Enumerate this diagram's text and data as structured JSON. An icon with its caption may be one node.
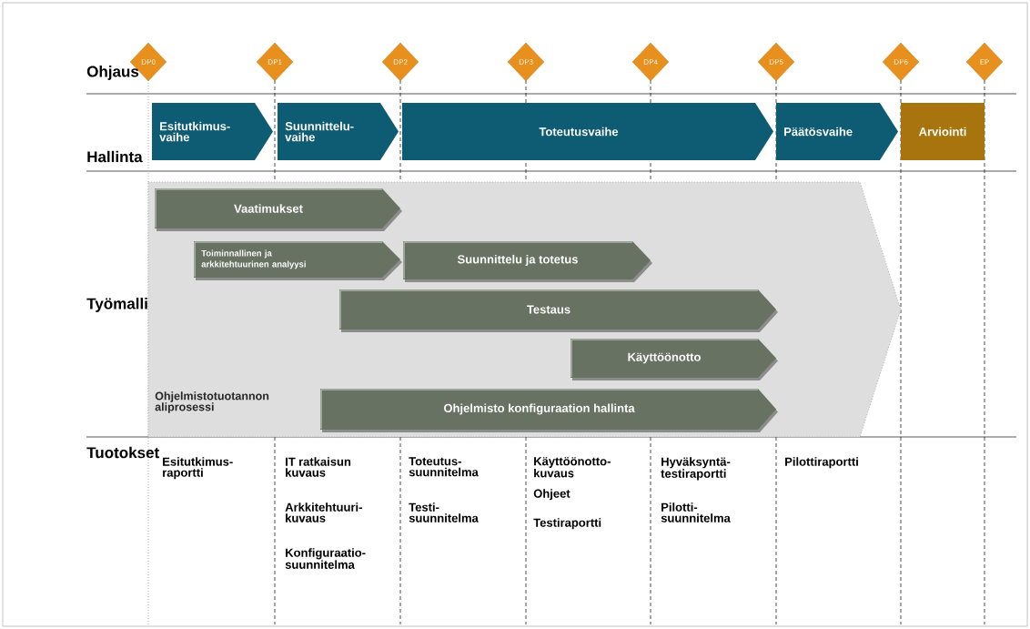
{
  "diagram": {
    "nodes": [
      {
        "text": [
          "DP0"
        ]
      },
      {
        "text": [
          "DP1"
        ]
      },
      {
        "text": [
          "DP2"
        ]
      },
      {
        "text": [
          "DP3"
        ]
      },
      {
        "text": [
          "DP4"
        ]
      },
      {
        "text": [
          "DP5"
        ]
      },
      {
        "text": [
          "DP6"
        ]
      },
      {
        "text": [
          "EP"
        ]
      },
      {
        "text": [
          "Esitutkimus- vaihe"
        ]
      },
      {
        "text": [
          "Suunnittelu- vaihe"
        ]
      },
      {
        "text": [
          "Toteutusvaihe"
        ]
      },
      {
        "text": [
          "Päätösvaihe"
        ]
      },
      {
        "text": [
          "Arviointi"
        ]
      },
      {
        "text": [
          "Ohjelmistotuotannon aliprosessi"
        ]
      },
      {
        "text": [
          "Vaatimukset"
        ],
        "in": 13
      },
      {
        "text": [
          "Toiminnallinen ja arkkitehtuurinen analyysi"
        ],
        "in": 13
      },
      {
        "text": [
          "Suunnittelu ja totetus"
        ],
        "in": 13
      },
      {
        "text": [
          "Testaus"
        ],
        "in": 13
      },
      {
        "text": [
          "Käyttöönotto"
        ],
        "in": 13
      },
      {
        "text": [
          "Ohjelmisto konfiguraation hallinta"
        ],
        "in": 13
      }
    ],
    "labels": [
      "Ohjaus",
      "Hallinta",
      "Työmalli",
      "Tuotokset",
      "Esitutkimus- raportti",
      "IT ratkaisun kuvaus",
      "Arkkitehtuuri- kuvaus",
      "Konfiguraatio- suunnitelma",
      "Toteutus- suunnitelma",
      "Testi- suunnitelma",
      "Käyttöönotto- kuvaus",
      "Ohjeet",
      "Testiraportti",
      "Hyväksyntä- testiraportti",
      "Pilotti- suunnitelma",
      "Pilottiraportti"
    ]
  }
}
